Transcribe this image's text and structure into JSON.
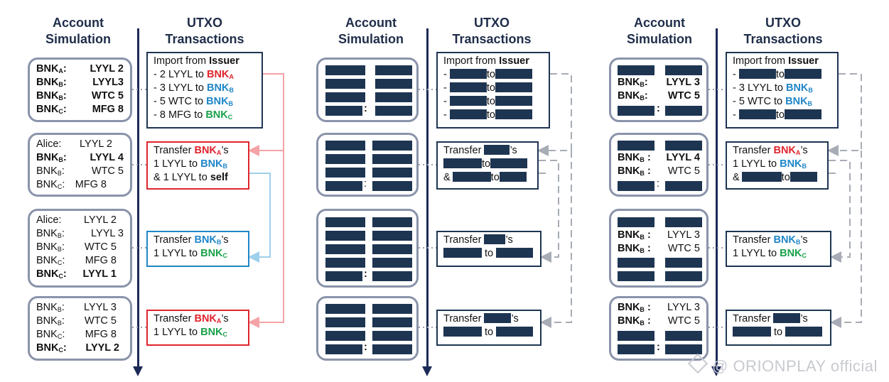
{
  "panels": [
    {
      "header_account": [
        "Account",
        "Simulation"
      ],
      "header_utxo": [
        "UTXO",
        "Transactions"
      ]
    },
    {
      "header_account": [
        "Account",
        "Simulation"
      ],
      "header_utxo": [
        "UTXO",
        "Transactions"
      ]
    },
    {
      "header_account": [
        "Account",
        "Simulation"
      ],
      "header_utxo": [
        "UTXO",
        "Transactions"
      ]
    }
  ],
  "text": {
    "bnk": "BNK",
    "sub_a": "A",
    "sub_b": "B",
    "sub_c": "C",
    "alice": "Alice:",
    "colon": ":",
    "lyyl2": "LYYL 2",
    "lyyl3_nospace": "LYYL3",
    "lyyl3": "LYYL 3",
    "lyyl4": "LYYL 4",
    "lyyl1": "LYYL 1",
    "wtc5": "WTC 5",
    "mfg8": "MFG 8",
    "import_from": "Import from ",
    "issuer": "Issuer",
    "l_2lyyl": "- 2 LYYL to ",
    "l_3lyyl": "- 3 LYYL to ",
    "l_5wtc": "- 5 WTC to ",
    "l_8mfg": "- 8 MFG to ",
    "dash": "-",
    "to": "to",
    "to_sp": " to ",
    "transfer": "Transfer ",
    "s": "’s",
    "one_lyyl_to": "1 LYYL to ",
    "and_one_lyyl_to": "& 1 LYYL to ",
    "self": "self",
    "amp": "&",
    "g_mark": "‹"
  },
  "watermark": "@ ORIONPLAY official",
  "colors": {
    "navy": "#1e3552",
    "red": "#e0242c",
    "blue": "#1f86c8",
    "green": "#1aa14a",
    "account_border": "#8a93aa",
    "arrow_red": "#f4a3a6",
    "arrow_blue": "#9fd0ec",
    "arrow_gray": "#a7acb6"
  }
}
